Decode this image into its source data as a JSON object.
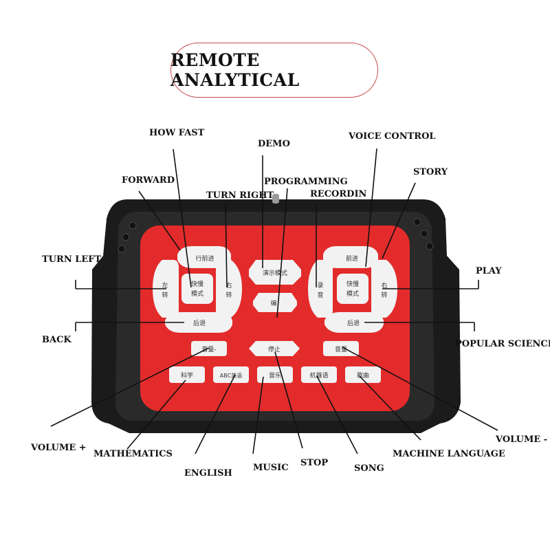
{
  "title": "REMOTE ANALYTICAL",
  "callouts": {
    "how_fast": "HOW FAST",
    "demo": "DEMO",
    "voice_control": "VOICE CONTROL",
    "forward": "FORWARD",
    "story": "STORY",
    "turn_right": "TURN RIGHT",
    "programming": "PROGRAMMING",
    "recordin": "RECORDIN",
    "turn_left": "TURN LEFT",
    "play": "PLAY",
    "back": "BACK",
    "popular_science": "POPULAR SCIENCE",
    "volume_plus": "VOLUME +",
    "volume_minus": "VOLUME -",
    "mathematics": "MATHEMATICS",
    "machine_language": "MACHINE LANGUAGE",
    "english": "ENGLISH",
    "music": "MUSIC",
    "stop": "STOP",
    "song": "SONG"
  },
  "buttons": {
    "forward_left": "行前进",
    "turn_left_top": "左",
    "turn_left_bottom": "转",
    "speed_top": "快慢",
    "speed_bottom": "模式",
    "turn_right_top": "右",
    "turn_right_bottom": "转",
    "demo_mode": "演示模式",
    "programming": "编",
    "record_top": "录",
    "record_bottom": "音",
    "forward_right": "前进",
    "voice_top": "快慢",
    "voice_bottom": "模式",
    "play_top": "右",
    "play_bottom": "转",
    "back_left": "后退",
    "back_right": "后退",
    "volume_minus": "音量-",
    "stop": "停止",
    "volume_plus": "音量",
    "math": "科学",
    "english": "ABC英语",
    "music": "音乐",
    "machine": "机器语",
    "song": "歌曲"
  },
  "colors": {
    "panel_red": "#e32b2b",
    "frame_black": "#1b1b1b",
    "key_white": "#f2f2f2",
    "title_border": "#c94a4a"
  }
}
